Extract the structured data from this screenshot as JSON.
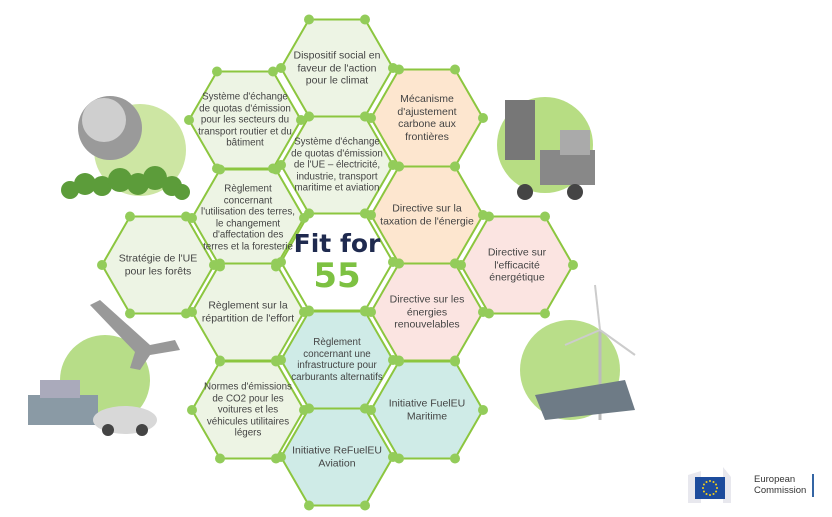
{
  "title": {
    "line1": "Fit for",
    "line2": "55"
  },
  "hexagons": [
    {
      "label": "Dispositif social en faveur de l'action pour le climat",
      "theme": "green"
    },
    {
      "label": "Système d'échange de quotas d'émission pour les secteurs du transport routier et du bâtiment",
      "theme": "green"
    },
    {
      "label": "Mécanisme d'ajustement carbone aux frontières",
      "theme": "orange"
    },
    {
      "label": "Système d'échange de quotas d'émission de l'UE – électricité, industrie, transport maritime et aviation",
      "theme": "green"
    },
    {
      "label": "Règlement concernant l'utilisation des terres, le changement d'affectation des terres et la foresterie",
      "theme": "green"
    },
    {
      "label": "Directive sur la taxation de l'énergie",
      "theme": "orange"
    },
    {
      "label": "Stratégie de l'UE pour les forêts",
      "theme": "green"
    },
    {
      "label": "Directive sur l'efficacité énergétique",
      "theme": "pink"
    },
    {
      "label": "Règlement sur la répartition de l'effort",
      "theme": "green"
    },
    {
      "label": "Directive sur les énergies renouvelables",
      "theme": "pink"
    },
    {
      "label": "Règlement concernant une infrastructure pour carburants alternatifs",
      "theme": "teal"
    },
    {
      "label": "Normes d'émissions de CO2 pour les voitures et les véhicules utilitaires légers",
      "theme": "green"
    },
    {
      "label": "Initiative FuelEU Maritime",
      "theme": "teal"
    },
    {
      "label": "Initiative ReFuelEU Aviation",
      "theme": "teal"
    }
  ],
  "colors": {
    "green": "#edf4e4",
    "orange": "#fde6cf",
    "pink": "#fbe4e1",
    "teal": "#cfebe7",
    "stroke": "#8cc63f",
    "node": "#93cc5a"
  },
  "logo": {
    "line1": "European",
    "line2": "Commission"
  }
}
